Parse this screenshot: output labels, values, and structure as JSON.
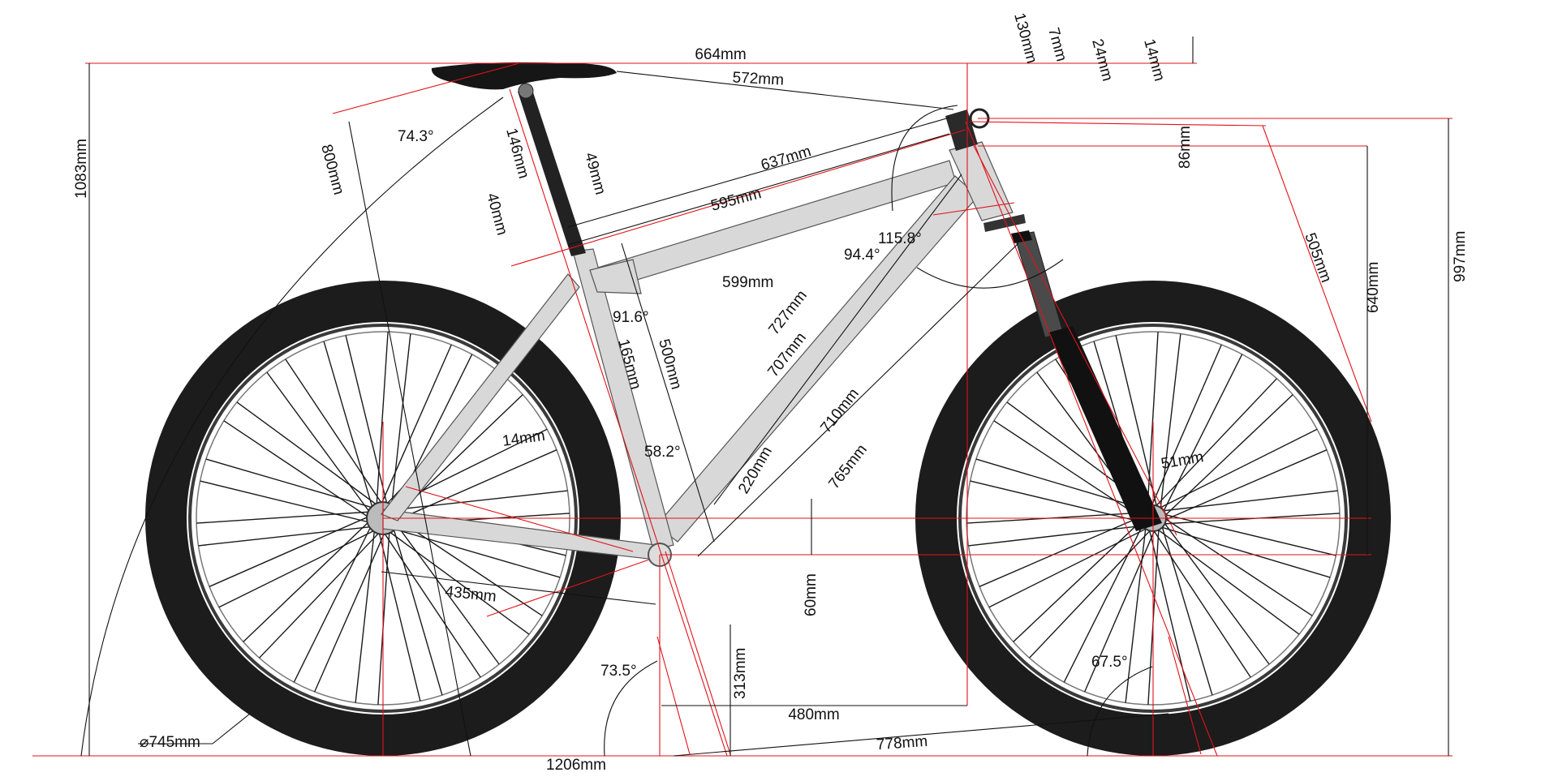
{
  "drawing": {
    "dimensions": {
      "seat_to_bar_horizontal": "664mm",
      "saddle_to_bar_reach": "572mm",
      "headset_height": "130mm",
      "headset_top_cap": "7mm",
      "stem_spacer": "24mm",
      "top_cup": "14mm",
      "head_tube_length": "86mm",
      "top_tube_actual": "637mm",
      "top_tube_effective": "595mm",
      "top_tube_lower": "599mm",
      "fork_length": "505mm",
      "stack": "640mm",
      "total_height": "997mm",
      "seatpost_exposed": "146mm",
      "seat_tube_top": "49mm",
      "seat_tube_extension": "40mm",
      "saddle_height": "800mm",
      "overall_height": "1083mm",
      "down_tube_outer": "727mm",
      "down_tube_inner": "707mm",
      "down_tube_lower": "710mm",
      "frame_diagonal": "765mm",
      "seat_tube_length": "500mm",
      "seat_tube_segment": "165mm",
      "chainstay_gusset": "14mm",
      "bottom_bracket_gusset": "220mm",
      "fork_offset": "51mm",
      "chainstay_length": "435mm",
      "bb_drop": "60mm",
      "bb_height": "313mm",
      "reach": "480mm",
      "front_center": "778mm",
      "wheelbase": "1206mm",
      "wheel_diameter": "⌀745mm"
    },
    "angles": {
      "saddle_angle": "74.3°",
      "seat_tube_junction": "91.6°",
      "head_tube_junction": "94.4°",
      "head_top_junction": "115.8°",
      "bb_junction": "58.2°",
      "seat_tube_angle": "73.5°",
      "head_tube_angle": "67.5°"
    },
    "colors": {
      "dimension_line": "#e0131a",
      "frame": "#d8d8d8",
      "tire": "#1c1c1c"
    }
  }
}
